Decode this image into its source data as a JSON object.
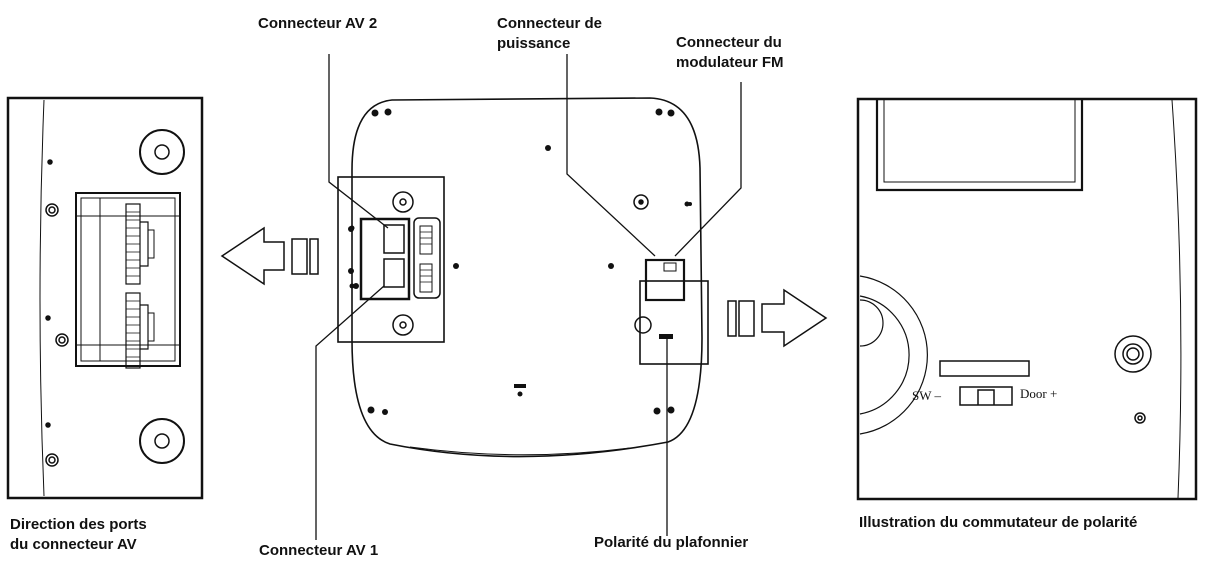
{
  "labels": {
    "av2": "Connecteur AV 2",
    "power": "Connecteur de\npuissance",
    "fm": "Connecteur du\nmodulateur FM",
    "av1": "Connecteur AV 1",
    "dome": "Polarité du plafonnier",
    "direction": "Direction des ports\ndu connecteur AV",
    "illustration": "Illustration du commutateur de polarité"
  },
  "switch": {
    "left": "SW –",
    "right": "Door +"
  },
  "colors": {
    "ink": "#111111",
    "background": "#ffffff"
  }
}
